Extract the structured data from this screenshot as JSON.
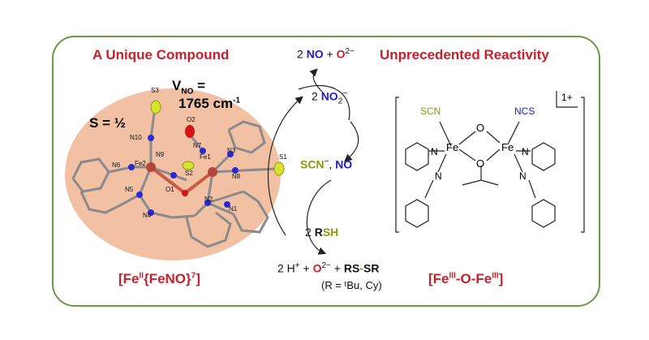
{
  "left_panel": {
    "title": "A Unique Compound",
    "spin": "S = ½",
    "vno_symbol": "V",
    "vno_sub": "NO",
    "vno_eq": " =",
    "vno_value": "1765 cm",
    "vno_exp": "-1",
    "atom_labels": [
      "S3",
      "O2",
      "N10",
      "N7",
      "N9",
      "Fe1",
      "N3",
      "S1",
      "N6",
      "Fe2",
      "S2",
      "N8",
      "N5",
      "O1",
      "N2",
      "N4",
      "N1"
    ],
    "formula": {
      "a": "[Fe",
      "a_sup": "II",
      "b": "{FeNO}",
      "b_sup": "7",
      "c": "]"
    }
  },
  "right_panel": {
    "title": "Unprecedented Reactivity",
    "charge": "1+",
    "atoms": {
      "scn": "SCN",
      "ncs": "NCS",
      "o_top": "O",
      "o_bottom": "O",
      "fe1": "Fe",
      "fe2": "Fe",
      "n": "N"
    },
    "formula": {
      "a": "[Fe",
      "a_sup": "III",
      "b": "-O-Fe",
      "b_sup": "III",
      "c": "]"
    }
  },
  "cycle": {
    "top_products": {
      "coef": "2 ",
      "no": "NO",
      "plus": " + ",
      "o": "O",
      "o_charge": "2−"
    },
    "nitrite": {
      "coef": "2 ",
      "species": "NO",
      "sub": "2",
      "charge": "−"
    },
    "intermediate": {
      "scn": "SCN",
      "charge": "−",
      "comma": ", ",
      "no": "NO"
    },
    "thiol": {
      "coef": "2 ",
      "r": "R",
      "sh": "SH"
    },
    "bottom_products": {
      "h": "2 H",
      "h_charge": "+",
      "plus1": " + ",
      "o": "O",
      "o_charge": "2−",
      "plus2": " + ",
      "rs1": "RS",
      "dash": "-",
      "sr": "SR"
    },
    "r_def": "(R = ᵗBu, Cy)"
  },
  "colors": {
    "frame": "#6b9a45",
    "title": "#c8202b",
    "nitrogen": "#1d1dd0",
    "sulfur": "#8a9a10",
    "oxygen": "#d01515",
    "iron": "#b5443a",
    "ellipse": "#f2c0a2"
  }
}
